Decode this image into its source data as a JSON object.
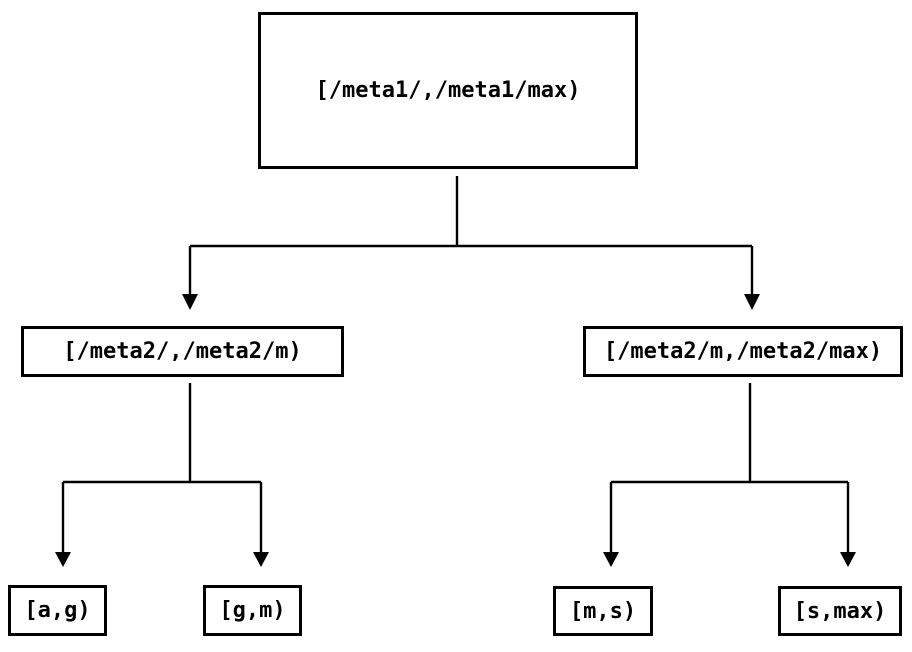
{
  "diagram": {
    "type": "tree",
    "description": "Binary split tree of key ranges",
    "colors": {
      "background": "#ffffff",
      "line": "#000000",
      "text": "#000000",
      "node_fill": "#ffffff",
      "node_border": "#000000"
    },
    "nodes": {
      "root": {
        "label": "[/meta1/,/meta1/max)"
      },
      "left": {
        "label": "[/meta2/,/meta2/m)"
      },
      "right": {
        "label": "[/meta2/m,/meta2/max)"
      },
      "leaf_ag": {
        "label": "[a,g)"
      },
      "leaf_gm": {
        "label": "[g,m)"
      },
      "leaf_ms": {
        "label": "[m,s)"
      },
      "leaf_smax": {
        "label": "[s,max)"
      }
    },
    "edges": [
      {
        "from": "root",
        "to": "left"
      },
      {
        "from": "root",
        "to": "right"
      },
      {
        "from": "left",
        "to": "leaf_ag"
      },
      {
        "from": "left",
        "to": "leaf_gm"
      },
      {
        "from": "right",
        "to": "leaf_ms"
      },
      {
        "from": "right",
        "to": "leaf_smax"
      }
    ]
  }
}
